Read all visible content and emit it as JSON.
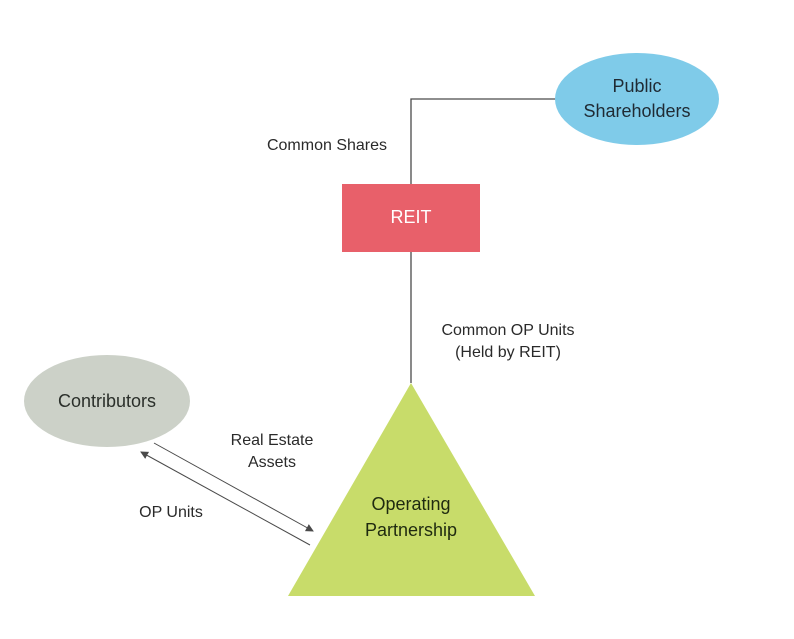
{
  "nodes": {
    "public_shareholders": {
      "label_line1": "Public",
      "label_line2": "Shareholders",
      "color": "#7fcbe9"
    },
    "reit": {
      "label": "REIT",
      "color": "#e8606a"
    },
    "contributors": {
      "label": "Contributors",
      "color": "#ccd1c8"
    },
    "operating_partnership": {
      "label_line1": "Operating",
      "label_line2": "Partnership",
      "color": "#c8dc6a"
    }
  },
  "edge_labels": {
    "common_shares": "Common Shares",
    "common_op_units_line1": "Common OP Units",
    "common_op_units_line2": "(Held by REIT)",
    "real_estate_assets_line1": "Real Estate",
    "real_estate_assets_line2": "Assets",
    "op_units": "OP Units"
  },
  "connector_color": "#4a4a4a"
}
